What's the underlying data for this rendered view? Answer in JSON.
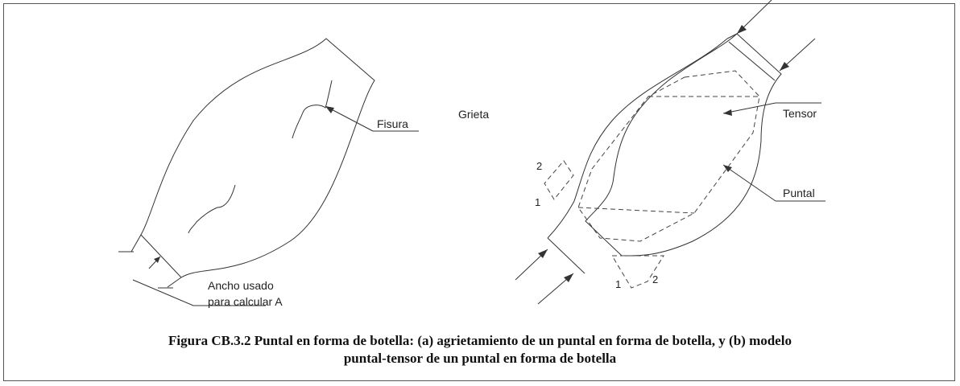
{
  "labels": {
    "fisura": "Fisura",
    "grieta": "Grieta",
    "ancho_line1": "Ancho usado",
    "ancho_line2": "para calcular A",
    "tensor": "Tensor",
    "puntal": "Puntal",
    "node_top_2": "2",
    "node_top_1": "1",
    "node_bottom_1": "1",
    "node_bottom_2": "2"
  },
  "caption": {
    "line1": "Figura CB.3.2 Puntal en forma de botella: (a) agrietamiento de un puntal en forma de botella, y (b) modelo",
    "line2": "puntal-tensor de un puntal en forma de botella"
  }
}
